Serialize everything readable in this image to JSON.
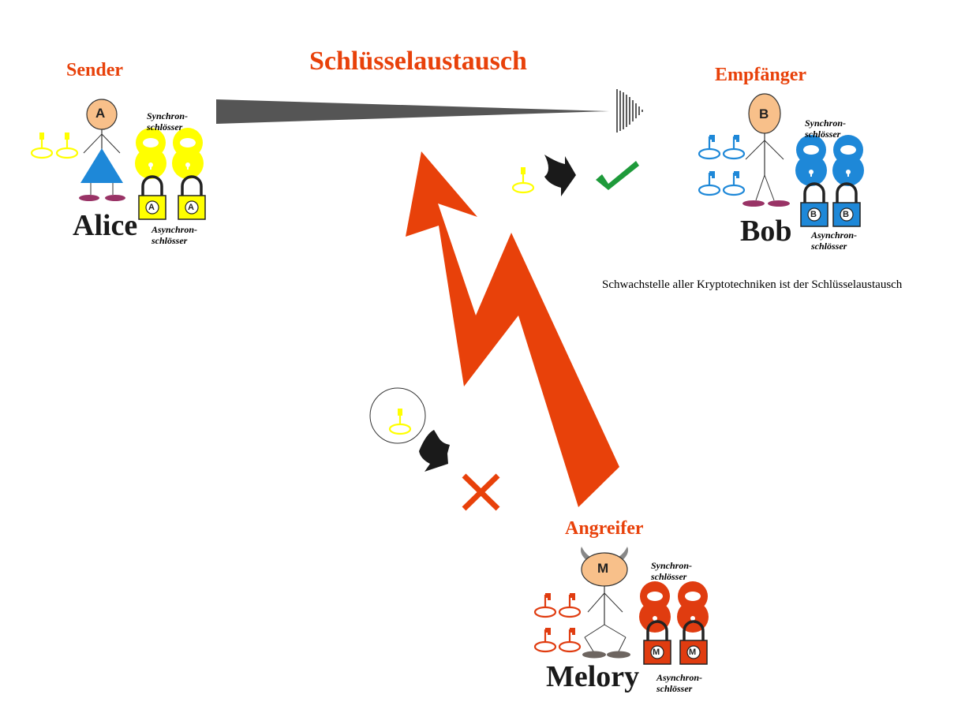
{
  "title": "Schlüsselaustausch",
  "note": "Schwachstelle aller Kryptotechniken ist der Schlüsselaustausch",
  "sender": {
    "role": "Sender",
    "name": "Alice",
    "initial": "A",
    "sync_label_1": "Synchron-",
    "sync_label_2": "schlösser",
    "async_label_1": "Asynchron-",
    "async_label_2": "schlösser",
    "color": "#ffff00"
  },
  "receiver": {
    "role": "Empfänger",
    "name": "Bob",
    "initial": "B",
    "sync_label_1": "Synchron-",
    "sync_label_2": "schlösser",
    "async_label_1": "Asynchron-",
    "async_label_2": "schlösser",
    "color": "#1e88d8"
  },
  "attacker": {
    "role": "Angreifer",
    "name": "Melory",
    "initial": "M",
    "sync_label_1": "Synchron-",
    "sync_label_2": "schlösser",
    "async_label_1": "Asynchron-",
    "async_label_2": "schlösser",
    "color": "#e03c10"
  },
  "colors": {
    "accent": "#e8410a",
    "face": "#f8c08a",
    "success": "#1e9a3a",
    "fail": "#e8410a",
    "arrow": "#555555"
  },
  "icons": [
    "key-icon",
    "padlock-icon",
    "check-icon",
    "cross-icon",
    "lightning-icon",
    "arrow-icon"
  ]
}
